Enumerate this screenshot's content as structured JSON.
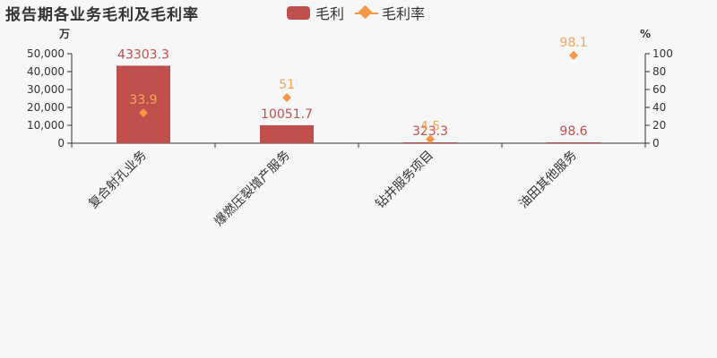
{
  "chart_data": {
    "type": "bar",
    "title": "报告期各业务毛利及毛利率",
    "categories": [
      "复合射孔业务",
      "爆燃压裂增产服务",
      "钻井服务项目",
      "油田其他服务"
    ],
    "series": [
      {
        "name": "毛利",
        "type": "bar",
        "axis": "left",
        "values": [
          43303.3,
          10051.7,
          323.3,
          98.6
        ],
        "labels": [
          "43303.3",
          "10051.7",
          "323.3",
          "98.6"
        ]
      },
      {
        "name": "毛利率",
        "type": "scatter",
        "axis": "right",
        "values": [
          33.9,
          51,
          4.5,
          98.1
        ],
        "labels": [
          "33.9",
          "51",
          "4.5",
          "98.1"
        ]
      }
    ],
    "y_left": {
      "unit": "万",
      "ylim": [
        0,
        50000
      ],
      "ticks": [
        0,
        10000,
        20000,
        30000,
        40000,
        50000
      ],
      "tick_labels": [
        "0",
        "10,000",
        "20,000",
        "30,000",
        "40,000",
        "50,000"
      ]
    },
    "y_right": {
      "unit": "%",
      "ylim": [
        0,
        100
      ],
      "ticks": [
        0,
        20,
        40,
        60,
        80,
        100
      ],
      "tick_labels": [
        "0",
        "20",
        "40",
        "60",
        "80",
        "100"
      ]
    },
    "legend_position": "top-center",
    "grid": false,
    "colors": {
      "bar": "#c0504d",
      "marker": "#f79646",
      "bar_label": "#c0504d",
      "marker_label": "#f5a65b"
    }
  }
}
